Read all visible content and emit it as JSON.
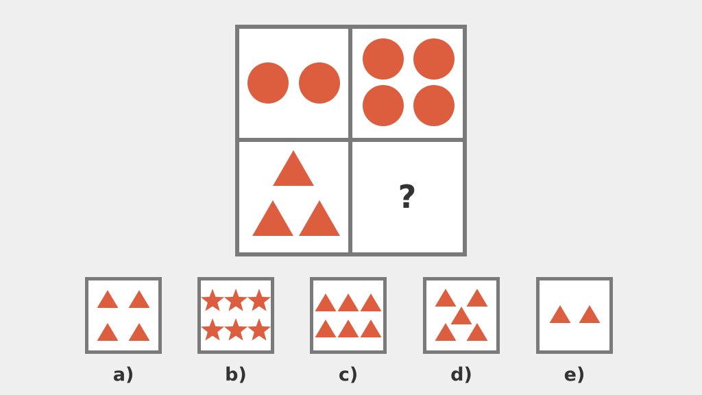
{
  "colors": {
    "shape": "#dd5e3e",
    "border": "#7a7a7a",
    "text": "#333333",
    "background": "#efefef"
  },
  "matrix": {
    "cells": [
      {
        "shape": "circle",
        "count": 2
      },
      {
        "shape": "circle",
        "count": 4
      },
      {
        "shape": "triangle",
        "count": 3
      },
      {
        "shape": "unknown",
        "count": 0,
        "text": "?"
      }
    ]
  },
  "options": [
    {
      "label": "a)",
      "shape": "triangle",
      "count": 4
    },
    {
      "label": "b)",
      "shape": "star",
      "count": 6
    },
    {
      "label": "c)",
      "shape": "triangle",
      "count": 6
    },
    {
      "label": "d)",
      "shape": "triangle",
      "count": 5
    },
    {
      "label": "e)",
      "shape": "triangle",
      "count": 2
    }
  ]
}
